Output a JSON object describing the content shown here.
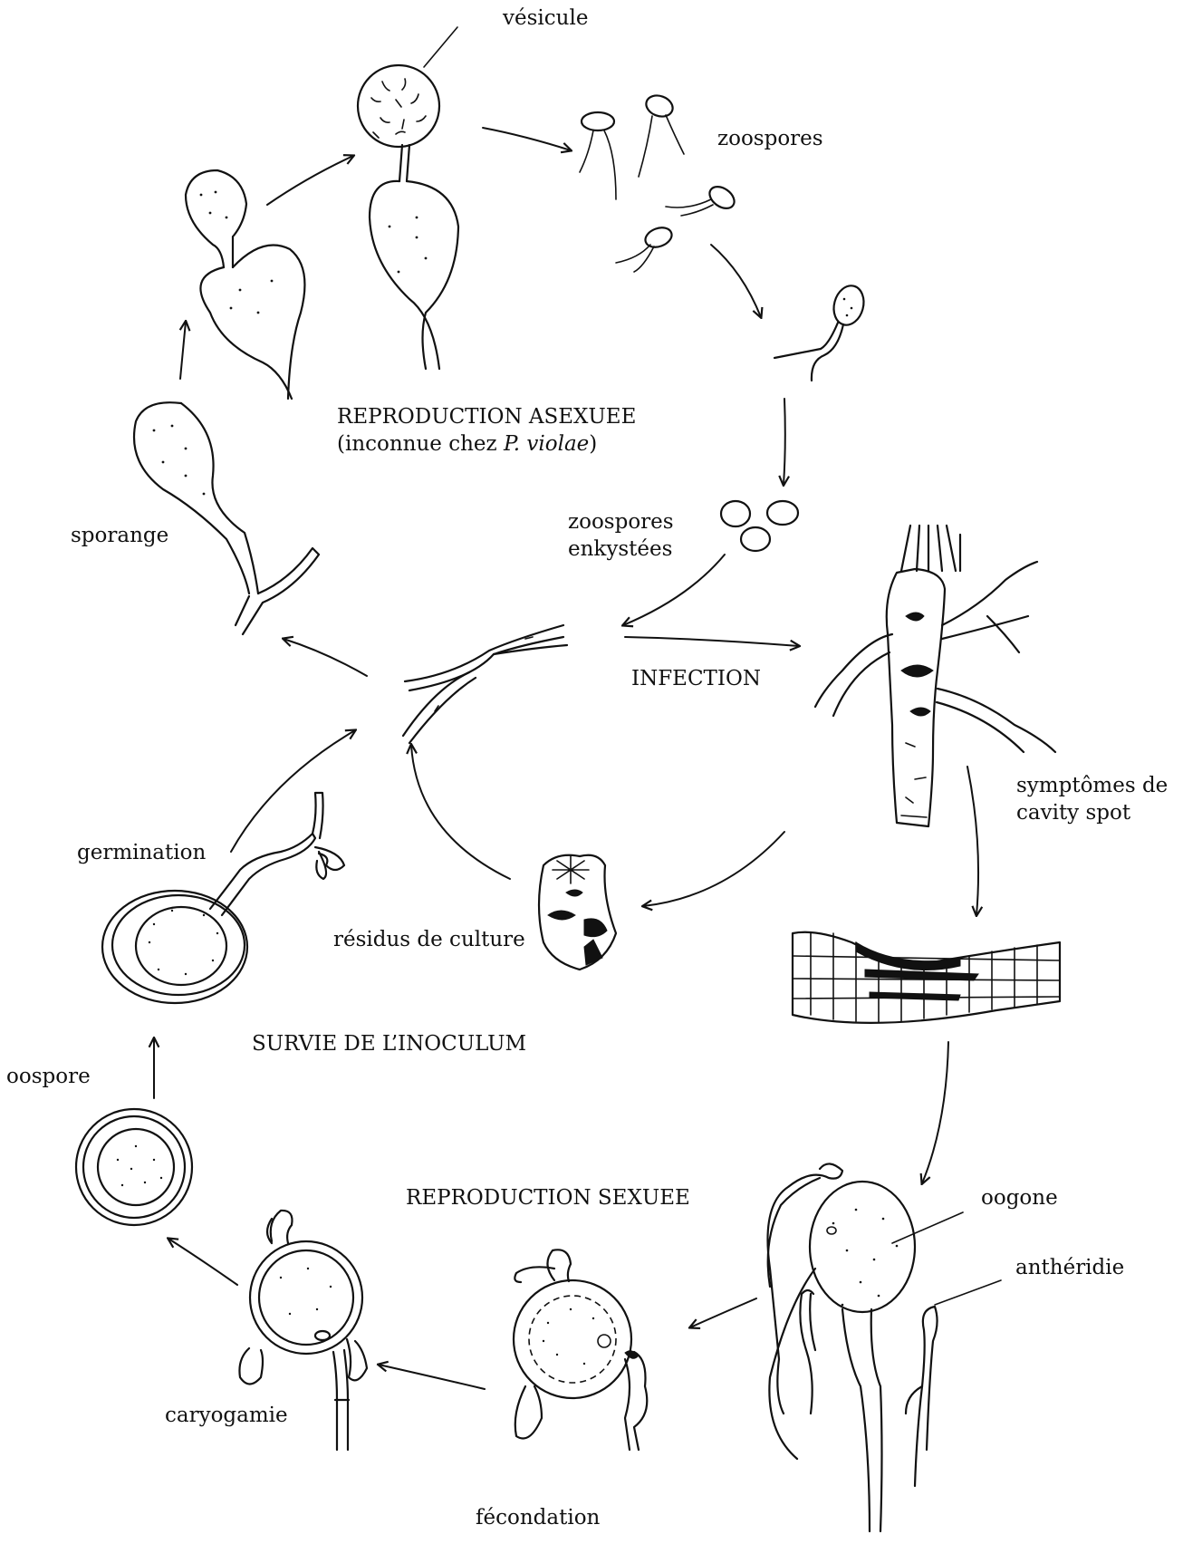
{
  "labels": {
    "vesicule": "vésicule",
    "zoospores": "zoospores",
    "repro_asex_line1": "REPRODUCTION ASEXUEE",
    "repro_asex_line2_pre": "(inconnue chez ",
    "repro_asex_line2_italic": "P. violae",
    "repro_asex_line2_post": ")",
    "sporange": "sporange",
    "zoospores_enkystees_line1": "zoospores",
    "zoospores_enkystees_line2": "enkystées",
    "infection": "INFECTION",
    "symptomes_line1": "symptômes de",
    "symptomes_line2": "cavity spot",
    "germination": "germination",
    "residus": "résidus de culture",
    "survie": "SURVIE DE  L’INOCULUM",
    "oospore": "oospore",
    "repro_sex": "REPRODUCTION SEXUEE",
    "oogone": "oogone",
    "antheridie": "anthéridie",
    "caryogamie": "caryogamie",
    "fecondation": "fécondation"
  }
}
